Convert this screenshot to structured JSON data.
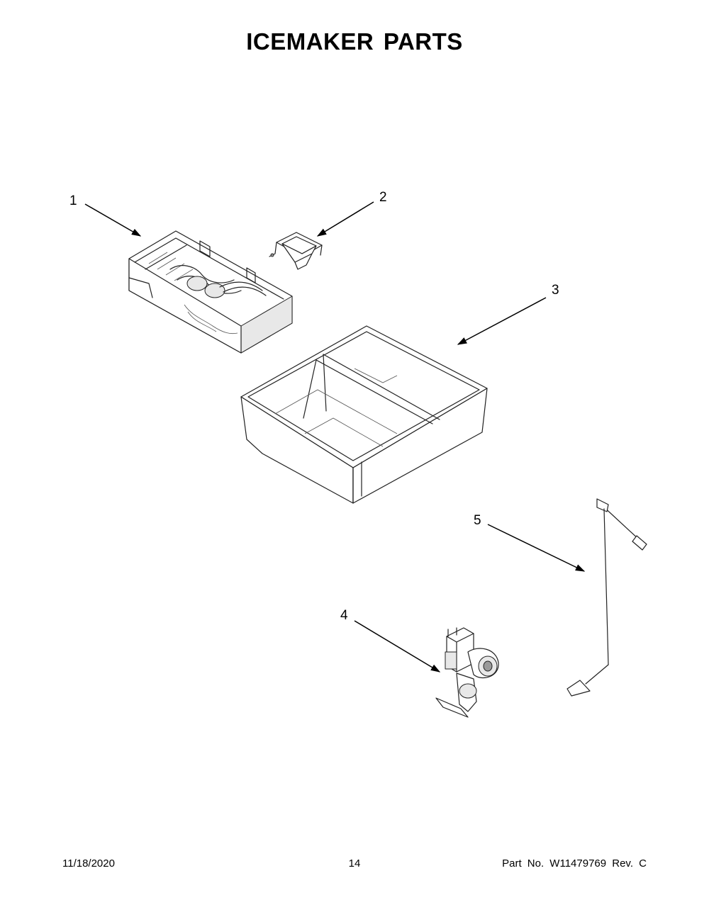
{
  "title": "ICEMAKER PARTS",
  "callouts": [
    {
      "number": "1",
      "part": "icemaker-assembly"
    },
    {
      "number": "2",
      "part": "funnel-bracket"
    },
    {
      "number": "3",
      "part": "ice-bin"
    },
    {
      "number": "4",
      "part": "water-valve"
    },
    {
      "number": "5",
      "part": "fill-tube"
    }
  ],
  "footer": {
    "date": "11/18/2020",
    "page": "14",
    "part_number": "Part No.  W11479769  Rev.  C"
  }
}
